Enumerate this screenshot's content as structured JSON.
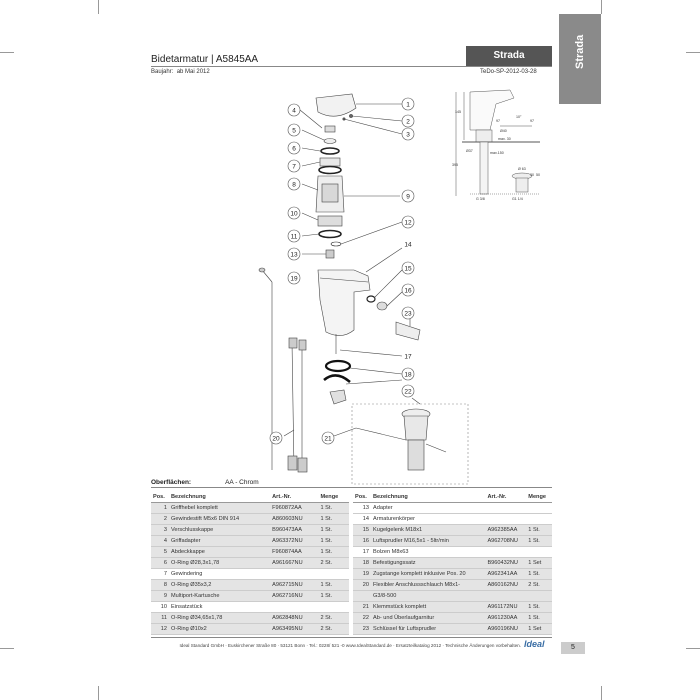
{
  "header": {
    "title": "Bidetarmatur | A5845AA",
    "brand": "Strada",
    "side_tab": "Strada",
    "built_label": "Baujahr:",
    "built_value": "ab Mai 2012",
    "doc_code": "TeDo-SP-2012-03-28"
  },
  "diagram": {
    "callouts": [
      "1",
      "2",
      "3",
      "4",
      "5",
      "6",
      "7",
      "8",
      "9",
      "10",
      "11",
      "12",
      "13",
      "14",
      "15",
      "16",
      "23",
      "19",
      "17",
      "18",
      "22",
      "20",
      "21"
    ],
    "dimensions": [
      "145",
      "97",
      "10°",
      "97",
      "Ø40",
      "max. 30",
      "Ø37",
      "395",
      "max.150",
      "Ø 63",
      "30",
      "50",
      "G 3/8",
      "G1 1/4"
    ]
  },
  "surfaces": {
    "label": "Oberflächen:",
    "code": "AA - Chrom"
  },
  "table_headers": {
    "pos": "Pos.",
    "desc": "Bezeichnung",
    "art": "Art.-Nr.",
    "qty": "Menge"
  },
  "parts_left": [
    {
      "pos": "1",
      "desc": "Griffhebel komplett",
      "art": "F960872AA",
      "qty": "1 St."
    },
    {
      "pos": "2",
      "desc": "Gewindestift M5x6 DIN 914",
      "art": "A860603NU",
      "qty": "1 St."
    },
    {
      "pos": "3",
      "desc": "Verschlusskappe",
      "art": "B960473AA",
      "qty": "1 St."
    },
    {
      "pos": "4",
      "desc": "Griffadapter",
      "art": "A963372NU",
      "qty": "1 St."
    },
    {
      "pos": "5",
      "desc": "Abdeckkappe",
      "art": "F960874AA",
      "qty": "1 St."
    },
    {
      "pos": "6",
      "desc": "O-Ring Ø28,3x1,78",
      "art": "A961667NU",
      "qty": "2 St."
    },
    {
      "pos": "7",
      "desc": "Gewindering",
      "art": "",
      "qty": ""
    },
    {
      "pos": "8",
      "desc": "O-Ring Ø35x3,2",
      "art": "A962715NU",
      "qty": "1 St."
    },
    {
      "pos": "9",
      "desc": "Multiport-Kartusche",
      "art": "A962716NU",
      "qty": "1 St."
    },
    {
      "pos": "10",
      "desc": "Einsatzstück",
      "art": "",
      "qty": ""
    },
    {
      "pos": "11",
      "desc": "O-Ring Ø34,65x1,78",
      "art": "A962848NU",
      "qty": "2 St."
    },
    {
      "pos": "12",
      "desc": "O-Ring Ø10x2",
      "art": "A963495NU",
      "qty": "2 St."
    }
  ],
  "parts_right": [
    {
      "pos": "13",
      "desc": "Adapter",
      "art": "",
      "qty": ""
    },
    {
      "pos": "14",
      "desc": "Armaturenkörper",
      "art": "",
      "qty": ""
    },
    {
      "pos": "15",
      "desc": "Kugelgelenk M18x1",
      "art": "A962385AA",
      "qty": "1 St."
    },
    {
      "pos": "16",
      "desc": "Luftsprudler M16,5x1 - 5ltr/min",
      "art": "A962708NU",
      "qty": "1 St."
    },
    {
      "pos": "17",
      "desc": "Bolzen M8x63",
      "art": "",
      "qty": ""
    },
    {
      "pos": "18",
      "desc": "Befestigungssatz",
      "art": "B960432NU",
      "qty": "1 Set"
    },
    {
      "pos": "19",
      "desc": "Zugstange komplett inklusive Pos. 20",
      "art": "A962341AA",
      "qty": "1 St."
    },
    {
      "pos": "20",
      "desc": "Flexibler Anschlussschlauch M8x1-",
      "art": "A860162NU",
      "qty": "2 St."
    },
    {
      "pos": "",
      "desc": "G3/8-500",
      "art": "",
      "qty": ""
    },
    {
      "pos": "21",
      "desc": "Klemmstück komplett",
      "art": "A961172NU",
      "qty": "1 St."
    },
    {
      "pos": "22",
      "desc": "Ab- und Überlaufgarnitur",
      "art": "A961230AA",
      "qty": "1 St."
    },
    {
      "pos": "23",
      "desc": "Schlüssel für Luftsprudler",
      "art": "A960196NU",
      "qty": "1 Set"
    }
  ],
  "footer": {
    "text": "Ideal Standard GmbH · Euskirchener Straße 80 · 53121 Bonn · Tel.: 0228/ 521 -0 www.IdealStandard.de · Ersatzteilkatalog 2012 · Technische Änderungen vorbehalten.",
    "logo": "Ideal",
    "page": "5"
  }
}
